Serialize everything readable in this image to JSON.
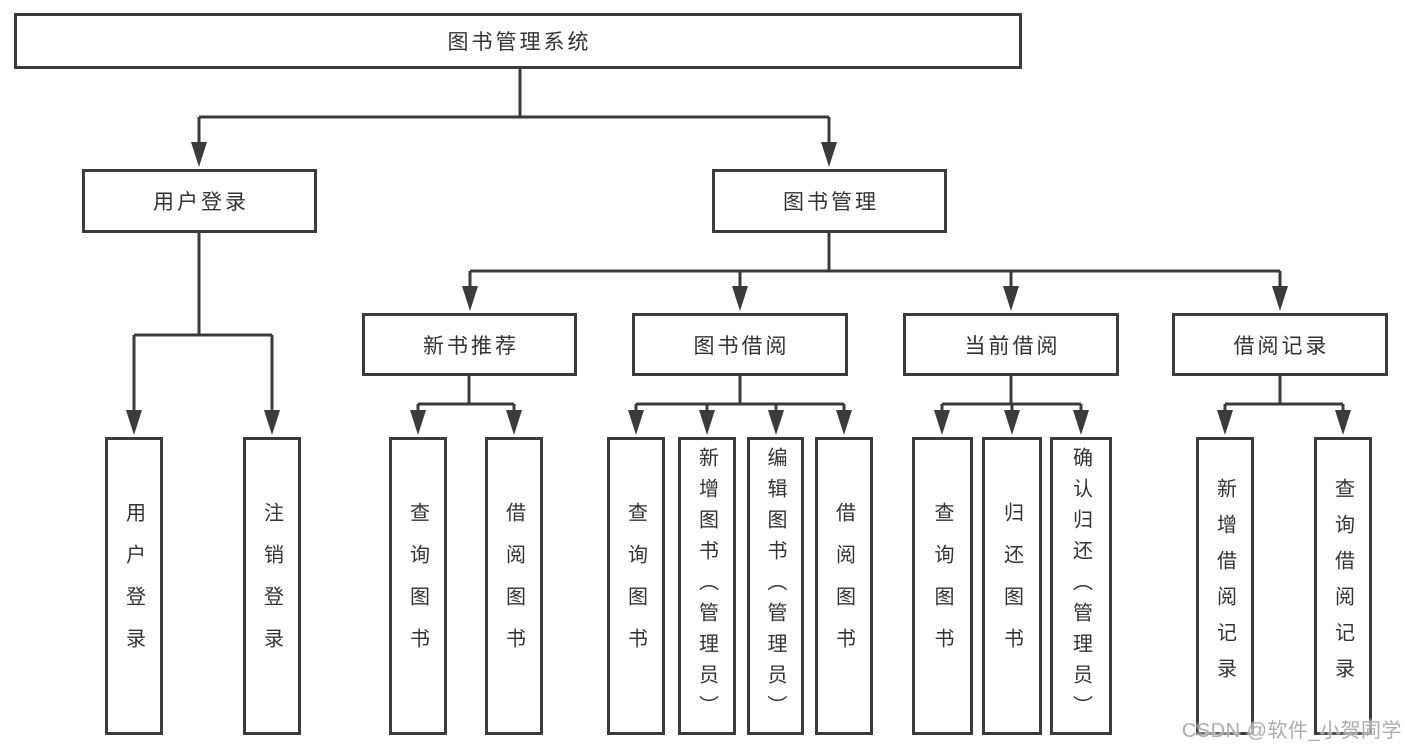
{
  "diagram": {
    "title": "图书管理系统",
    "root": {
      "label": "图书管理系统"
    },
    "level2": [
      {
        "label": "用户登录"
      },
      {
        "label": "图书管理"
      }
    ],
    "level3": [
      {
        "label": "新书推荐",
        "parent": "图书管理"
      },
      {
        "label": "图书借阅",
        "parent": "图书管理"
      },
      {
        "label": "当前借阅",
        "parent": "图书管理"
      },
      {
        "label": "借阅记录",
        "parent": "图书管理"
      }
    ],
    "leaves": [
      {
        "label": "用户登录",
        "parent": "用户登录"
      },
      {
        "label": "注销登录",
        "parent": "用户登录"
      },
      {
        "label": "查询图书",
        "parent": "新书推荐"
      },
      {
        "label": "借阅图书",
        "parent": "新书推荐"
      },
      {
        "label": "查询图书",
        "parent": "图书借阅"
      },
      {
        "label": "新增图书（管理员）",
        "parent": "图书借阅"
      },
      {
        "label": "编辑图书（管理员）",
        "parent": "图书借阅"
      },
      {
        "label": "借阅图书",
        "parent": "图书借阅"
      },
      {
        "label": "查询图书",
        "parent": "当前借阅"
      },
      {
        "label": "归还图书",
        "parent": "当前借阅"
      },
      {
        "label": "确认归还（管理员）",
        "parent": "当前借阅"
      },
      {
        "label": "新增借阅记录",
        "parent": "借阅记录"
      },
      {
        "label": "查询借阅记录",
        "parent": "借阅记录"
      }
    ]
  },
  "watermark": {
    "text": "CSDN @软件_小贺同学"
  },
  "colors": {
    "line": "#3b3b3b",
    "border": "#3b3b3b",
    "text": "#333333",
    "watermark": "#a9a9a9",
    "background": "#ffffff"
  }
}
